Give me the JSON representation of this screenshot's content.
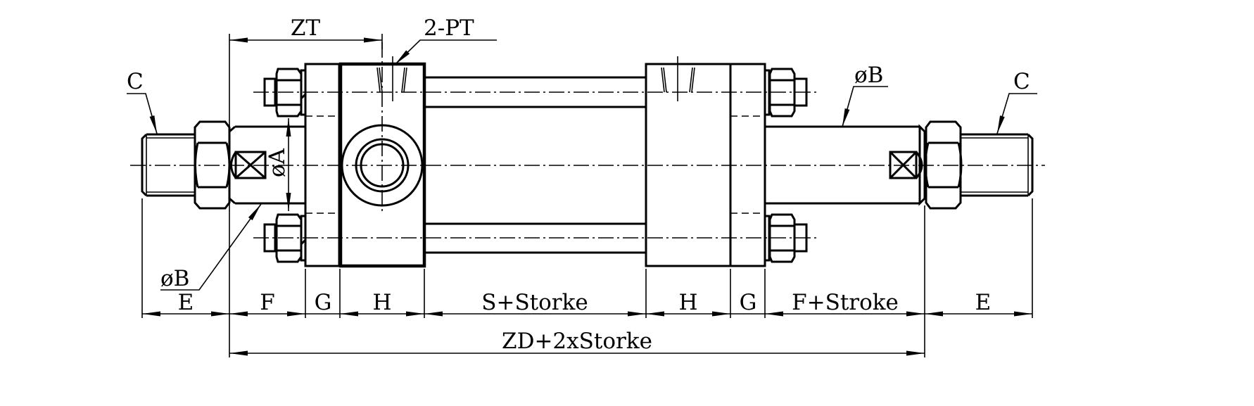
{
  "drawing": {
    "leaders": {
      "c_left": "C",
      "c_right": "C",
      "ports": "2-PT",
      "rod_dia_left": "øB",
      "rod_dia_right": "øB",
      "bore_dia": "øA"
    },
    "dimensions": {
      "zt": "ZT",
      "e_left": "E",
      "f": "F",
      "g_left": "G",
      "h_left": "H",
      "s_stroke": "S+Storke",
      "h_right": "H",
      "g_right": "G",
      "f_stroke": "F+Stroke",
      "e_right": "E",
      "zd_total": "ZD+2xStorke"
    }
  }
}
